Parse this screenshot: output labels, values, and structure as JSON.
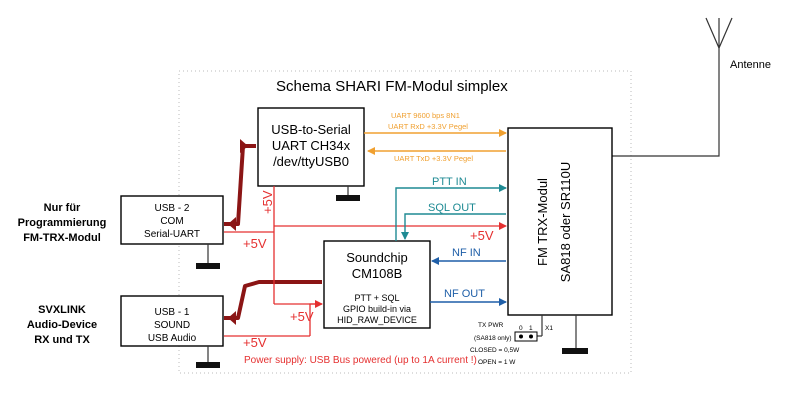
{
  "title": "Schema SHARI FM-Modul simplex",
  "antenna": {
    "label": "Antenne"
  },
  "left_labels": {
    "prog": [
      "Nur für",
      "Programmierung",
      "FM-TRX-Modul"
    ],
    "svx": [
      "SVXLINK",
      "Audio-Device",
      "RX und TX"
    ]
  },
  "blocks": {
    "usb_serial": [
      "USB-to-Serial",
      "UART CH34x",
      "/dev/ttyUSB0"
    ],
    "usb2": [
      "USB - 2",
      "COM",
      "Serial-UART"
    ],
    "usb1": [
      "USB - 1",
      "SOUND",
      "USB Audio"
    ],
    "soundchip": [
      "Soundchip",
      "CM108B"
    ],
    "soundchip_note": [
      "PTT + SQL",
      "GPIO build-in via",
      "HID_RAW_DEVICE"
    ],
    "trx": [
      "FM TRX-Modul",
      "SA818 oder SR110U"
    ]
  },
  "signals": {
    "uart_baud": "UART 9600 bps 8N1",
    "uart_rxd": "UART RxD +3.3V Pegel",
    "uart_txd": "UART TxD +3.3V Pegel",
    "ptt_in": "PTT IN",
    "sql_out": "SQL OUT",
    "nf_in": "NF IN",
    "nf_out": "NF OUT",
    "v5": "+5V"
  },
  "jumper": {
    "lines": [
      "TX PWR",
      "(SA818 only)",
      "CLOSED = 0,5W",
      "OPEN = 1 W"
    ],
    "pins": [
      "0",
      "1"
    ],
    "ref": "X1"
  },
  "power_note": "Power supply: USB Bus powered (up to 1A current !)",
  "colors": {
    "red": "#e53030",
    "blue": "#1f5fa8",
    "teal": "#1e8a93",
    "orange": "#f0a030",
    "brown": "#8b1515"
  }
}
